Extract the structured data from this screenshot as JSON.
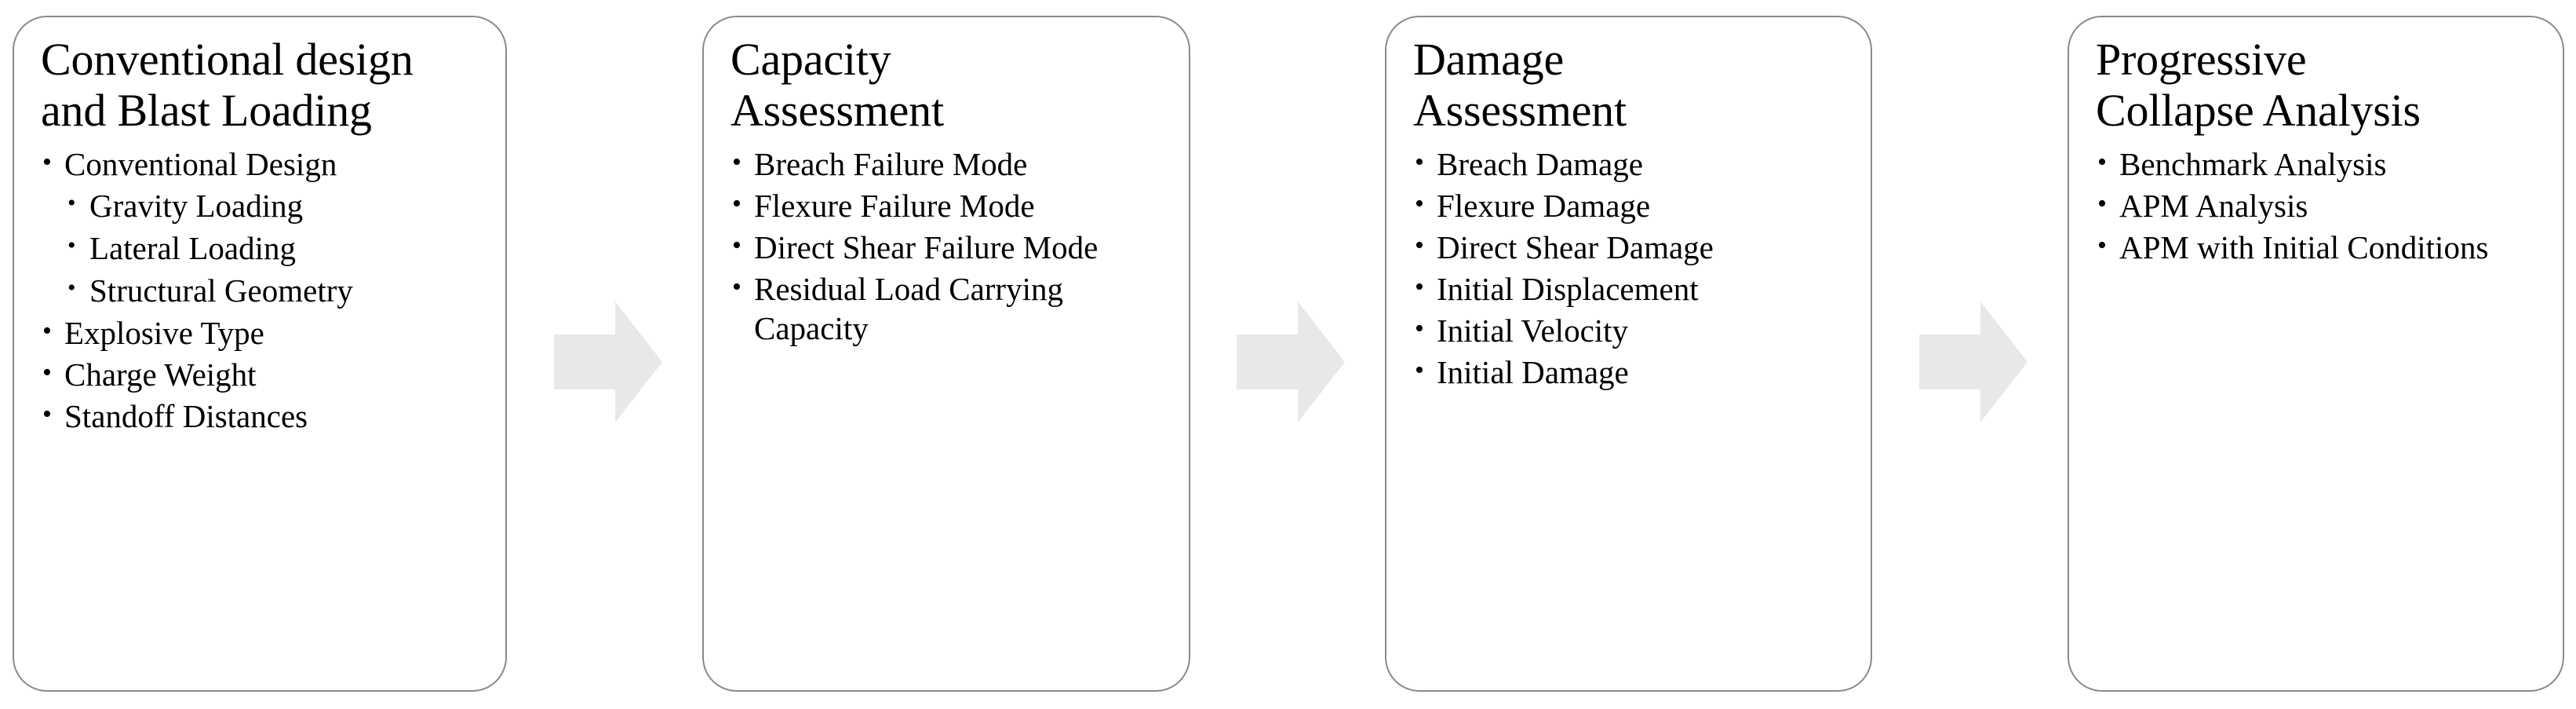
{
  "diagram": {
    "type": "process-flow",
    "orientation": "left-to-right",
    "stage_count": 4,
    "arrow_count": 3,
    "colors": {
      "box_border": "#8a8a8a",
      "box_fill": "#ffffff",
      "arrow_fill": "#e8e8e8",
      "text": "#000000"
    },
    "stages": [
      {
        "id": "conventional-design-and-blast-loading",
        "title": "Conventional design and Blast Loading",
        "bullets": [
          {
            "level": 1,
            "label": "Conventional Design"
          },
          {
            "level": 2,
            "label": "Gravity Loading"
          },
          {
            "level": 2,
            "label": "Lateral Loading"
          },
          {
            "level": 2,
            "label": "Structural Geometry"
          },
          {
            "level": 1,
            "label": "Explosive Type"
          },
          {
            "level": 1,
            "label": "Charge Weight"
          },
          {
            "level": 1,
            "label": "Standoff Distances"
          }
        ]
      },
      {
        "id": "capacity-assessment",
        "title": "Capacity Assessment",
        "bullets": [
          {
            "level": 1,
            "label": "Breach Failure Mode"
          },
          {
            "level": 1,
            "label": "Flexure Failure Mode"
          },
          {
            "level": 1,
            "label": "Direct Shear Failure Mode"
          },
          {
            "level": 1,
            "label": "Residual Load Carrying Capacity"
          }
        ]
      },
      {
        "id": "damage-assessment",
        "title": "Damage Assessment",
        "bullets": [
          {
            "level": 1,
            "label": "Breach Damage"
          },
          {
            "level": 1,
            "label": "Flexure Damage"
          },
          {
            "level": 1,
            "label": "Direct Shear Damage"
          },
          {
            "level": 1,
            "label": "Initial Displacement"
          },
          {
            "level": 1,
            "label": "Initial Velocity"
          },
          {
            "level": 1,
            "label": "Initial Damage"
          }
        ]
      },
      {
        "id": "progressive-collapse-analysis",
        "title": "Progressive Collapse Analysis",
        "bullets": [
          {
            "level": 1,
            "label": "Benchmark Analysis"
          },
          {
            "level": 1,
            "label": "APM Analysis"
          },
          {
            "level": 1,
            "label": "APM with Initial Conditions"
          }
        ]
      }
    ],
    "arrows": [
      {
        "id": "arrow-stage1-to-stage2",
        "icon": "right-arrow-icon"
      },
      {
        "id": "arrow-stage2-to-stage3",
        "icon": "right-arrow-icon"
      },
      {
        "id": "arrow-stage3-to-stage4",
        "icon": "right-arrow-icon"
      }
    ]
  }
}
